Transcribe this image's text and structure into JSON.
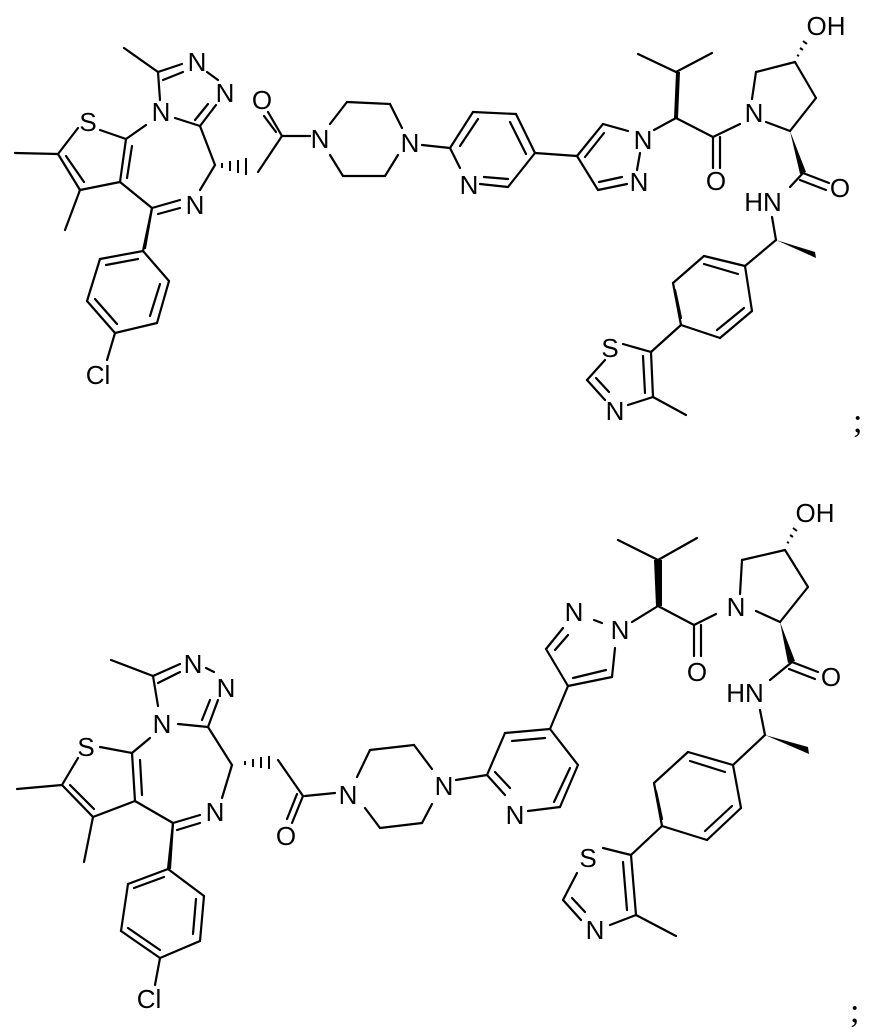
{
  "figure": {
    "description": "Two chemical structures (PROTAC-like molecules): thienotriazolodiazepine (JQ1-like) core linked via acetyl-piperazine-pyridine-pyrazole to a VHL ligand (hydroxyproline / methylthiazolyl-phenyl-ethylamine).",
    "background": "#ffffff",
    "ink": "#000000"
  },
  "structures": [
    {
      "id": "compound-1",
      "terminator": ";",
      "atom_labels": [
        "N",
        "N",
        "N",
        "S",
        "N",
        "O",
        "N",
        "N",
        "N",
        "N",
        "N",
        "O",
        "N",
        "OH",
        "O",
        "HN",
        "S",
        "N",
        "Cl"
      ],
      "fragments": [
        "thienotriazolodiazepine",
        "4-chlorophenyl",
        "acetyl",
        "piperazine",
        "2,5-pyridine",
        "pyrazol-4-yl",
        "valine-like (isopropyl)",
        "4-hydroxyprolinamide",
        "(S)-1-phenylethylamine",
        "4-methylthiazol-5-yl"
      ]
    },
    {
      "id": "compound-2",
      "terminator": ";",
      "atom_labels": [
        "N",
        "N",
        "N",
        "S",
        "N",
        "O",
        "N",
        "N",
        "N",
        "N",
        "N",
        "O",
        "N",
        "OH",
        "O",
        "HN",
        "S",
        "N",
        "Cl"
      ],
      "fragments": [
        "thienotriazolodiazepine",
        "4-chlorophenyl",
        "acetyl",
        "piperazine",
        "2,4-pyridine",
        "pyrazol-4-yl",
        "valine-like (isopropyl)",
        "4-hydroxyprolinamide",
        "(S)-1-phenylethylamine",
        "4-methylthiazol-5-yl"
      ]
    }
  ],
  "labels": {
    "s1": {
      "N_tri1": "N",
      "N_tri2": "N",
      "N_tri3": "N",
      "S_thio": "S",
      "N_imine": "N",
      "O_acyl": "O",
      "N_pip1": "N",
      "N_pip2": "N",
      "N_pyr": "N",
      "N_pz1": "N",
      "N_pz2": "N",
      "O_val": "O",
      "N_pro": "N",
      "OH": "OH",
      "O_amide": "O",
      "HN": "HN",
      "S_thz": "S",
      "N_thz": "N",
      "Cl": "Cl",
      "semicolon": ";"
    },
    "s2": {
      "N_tri1": "N",
      "N_tri2": "N",
      "N_tri3": "N",
      "S_thio": "S",
      "N_imine": "N",
      "O_acyl": "O",
      "N_pip1": "N",
      "N_pip2": "N",
      "N_pyr": "N",
      "N_pz1": "N",
      "N_pz2": "N",
      "O_val": "O",
      "N_pro": "N",
      "OH": "OH",
      "O_amide": "O",
      "HN": "HN",
      "S_thz": "S",
      "N_thz": "N",
      "Cl": "Cl",
      "semicolon": ";"
    }
  }
}
